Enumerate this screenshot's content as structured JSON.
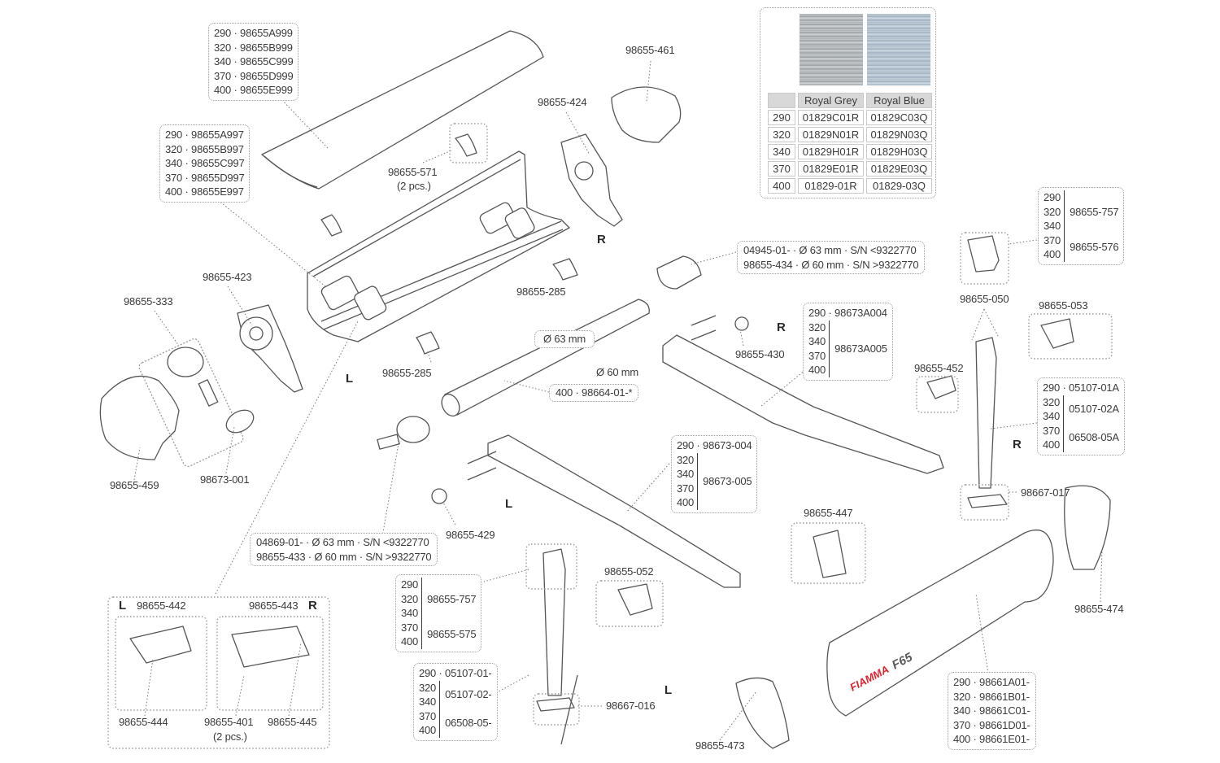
{
  "diagram": {
    "title": "Fiamma F65 awning exploded parts diagram",
    "brand_text": "FIAMMA",
    "model_text": "F65",
    "brand_color": "#e0232e",
    "side_markers": {
      "left": "L",
      "right": "R"
    }
  },
  "fabric_table": {
    "columns": [
      "",
      "Royal Grey",
      "Royal Blue"
    ],
    "swatches": [
      {
        "name": "Royal Grey",
        "color": "#b4b9bc"
      },
      {
        "name": "Royal Blue",
        "color": "#b7c6d2"
      }
    ],
    "rows": [
      {
        "size": "290",
        "royal_grey": "01829C01R",
        "royal_blue": "01829C03Q"
      },
      {
        "size": "320",
        "royal_grey": "01829N01R",
        "royal_blue": "01829N03Q"
      },
      {
        "size": "340",
        "royal_grey": "01829H01R",
        "royal_blue": "01829H03Q"
      },
      {
        "size": "370",
        "royal_grey": "01829E01R",
        "royal_blue": "01829E03Q"
      },
      {
        "size": "400",
        "royal_grey": "01829-01R",
        "royal_blue": "01829-03Q"
      }
    ]
  },
  "callouts": {
    "top_cover": [
      "290 · 98655A999",
      "320 · 98655B999",
      "340 · 98655C999",
      "370 · 98655D999",
      "400 · 98655E999"
    ],
    "case_profile": [
      "290 · 98655A997",
      "320 · 98655B997",
      "340 · 98655C997",
      "370 · 98655D997",
      "400 · 98655E997"
    ],
    "front_profile": [
      "290 · 98661A01-",
      "320 · 98661B01-",
      "340 · 98661C01-",
      "370 · 98661D01-",
      "400 · 98661E01-"
    ],
    "end_plug_right": [
      "04945-01- · Ø 63 mm · S/N <9322770",
      "98655-434 · Ø 60 mm · S/N >9322770"
    ],
    "end_plug_left": [
      "04869-01- · Ø 63 mm · S/N <9322770",
      "98655-433 · Ø 60 mm · S/N >9322770"
    ],
    "roller_tube": {
      "dia63": "Ø 63 mm",
      "dia60": "Ø 60 mm",
      "code": "400 · 98664-01-*"
    },
    "arm_right": {
      "first": "290 · 98673A004",
      "sizes": [
        "320",
        "340",
        "370",
        "400"
      ],
      "code": "98673A005"
    },
    "arm_left": {
      "first": "290 · 98673-004",
      "sizes": [
        "320",
        "340",
        "370",
        "400"
      ],
      "code": "98673-005"
    },
    "leg_top_right": {
      "groups": [
        {
          "sizes": [
            "290",
            "320",
            "340"
          ],
          "code": "98655-757"
        },
        {
          "sizes": [
            "370",
            "400"
          ],
          "code": "98655-576"
        }
      ]
    },
    "leg_top_left": {
      "groups": [
        {
          "sizes": [
            "290",
            "320",
            "340"
          ],
          "code": "98655-757"
        },
        {
          "sizes": [
            "370",
            "400"
          ],
          "code": "98655-575"
        }
      ]
    },
    "leg_right": {
      "first": "290 · 05107-01A",
      "groups": [
        {
          "sizes": [
            "320",
            "340"
          ],
          "code": "05107-02A"
        },
        {
          "sizes": [
            "370",
            "400"
          ],
          "code": "06508-05A"
        }
      ]
    },
    "leg_left": {
      "first": "290 · 05107-01-",
      "groups": [
        {
          "sizes": [
            "320",
            "340"
          ],
          "code": "05107-02-"
        },
        {
          "sizes": [
            "370",
            "400"
          ],
          "code": "06508-05-"
        }
      ]
    }
  },
  "part_labels": {
    "p461": "98655-461",
    "p424": "98655-424",
    "p571": "98655-571",
    "p571_qty": "(2 pcs.)",
    "p285a": "98655-285",
    "p285b": "98655-285",
    "p423": "98655-423",
    "p333": "98655-333",
    "p459": "98655-459",
    "p001": "98673-001",
    "p430": "98655-430",
    "p429": "98655-429",
    "p050": "98655-050",
    "p053": "98655-053",
    "p452": "98655-452",
    "p017": "98667-017",
    "p474": "98655-474",
    "p447": "98655-447",
    "p052": "98655-052",
    "p016": "98667-016",
    "p473": "98655-473",
    "p442": "98655-442",
    "p443": "98655-443",
    "p444": "98655-444",
    "p401": "98655-401",
    "p401_qty": "(2 pcs.)",
    "p445": "98655-445"
  }
}
